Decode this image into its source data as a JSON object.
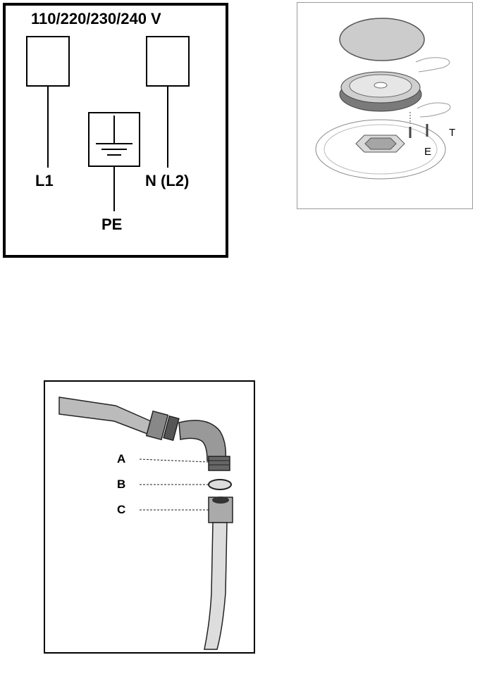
{
  "wiring": {
    "voltage": "110/220/230/240 V",
    "labels": {
      "l1": "L1",
      "n": "N (L2)",
      "pe": "PE"
    }
  },
  "burner": {
    "labels": {
      "t": "T",
      "e": "E"
    }
  },
  "hose": {
    "labels": {
      "a": "A",
      "b": "B",
      "c": "C"
    }
  }
}
